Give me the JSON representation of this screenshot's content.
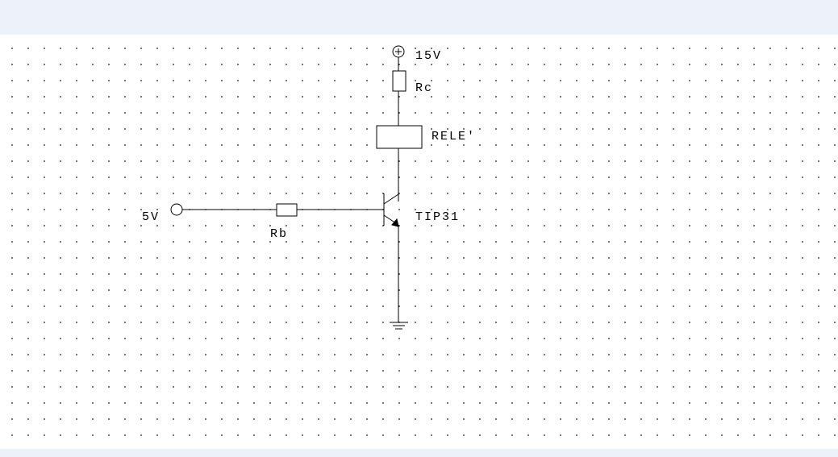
{
  "labels": {
    "supply_15v": "15V",
    "rc": "Rc",
    "relay": "RELE'",
    "input_5v": "5V",
    "rb": "Rb",
    "transistor": "TIP31"
  }
}
